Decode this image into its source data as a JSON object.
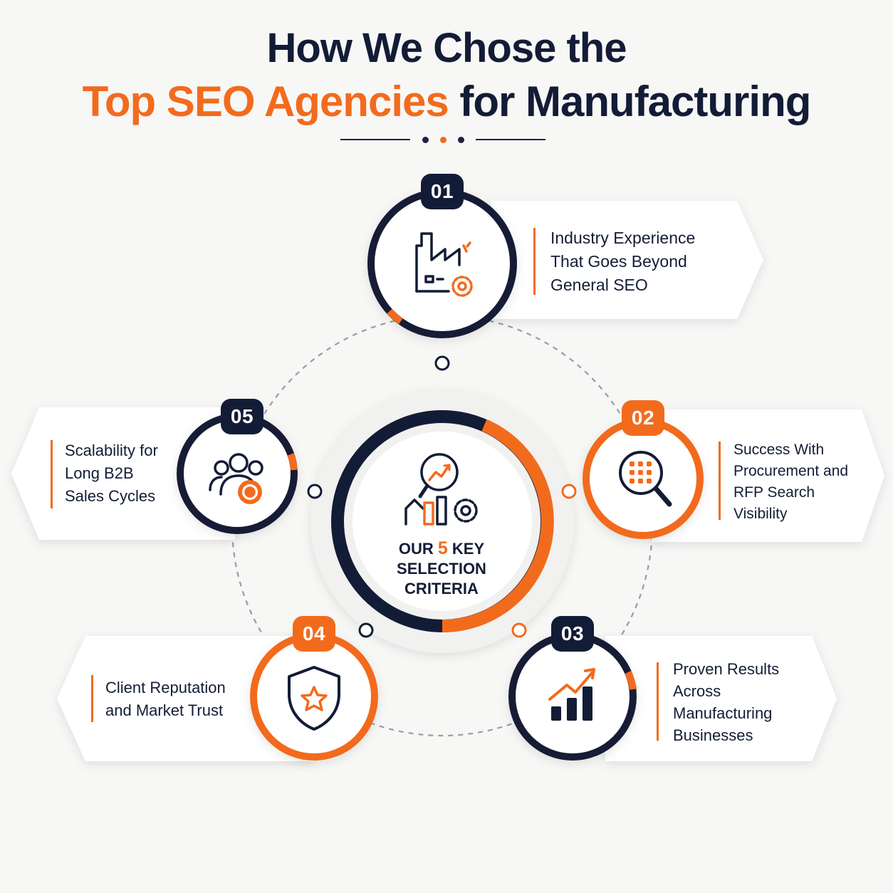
{
  "title": {
    "line1": "How We Chose the",
    "highlight": "Top SEO Agencies",
    "rest": " for Manufacturing"
  },
  "center": {
    "label_before": "OUR ",
    "label_number": "5",
    "label_after": " KEY",
    "line2": "SELECTION",
    "line3": "CRITERIA",
    "icon": "analytics-gear-icon"
  },
  "criteria": [
    {
      "badge": "01",
      "lines": [
        "Industry Experience",
        "That Goes Beyond",
        "General SEO"
      ],
      "icon": "factory-gear-icon"
    },
    {
      "badge": "02",
      "lines": [
        "Success With",
        "Procurement and",
        "RFP Search",
        "Visibility"
      ],
      "icon": "magnifier-grid-icon"
    },
    {
      "badge": "03",
      "lines": [
        "Proven Results",
        "Across",
        "Manufacturing",
        "Businesses"
      ],
      "icon": "growth-chart-icon"
    },
    {
      "badge": "04",
      "lines": [
        "Client Reputation",
        "and Market Trust"
      ],
      "icon": "shield-star-icon"
    },
    {
      "badge": "05",
      "lines": [
        "Scalability for",
        "Long B2B",
        "Sales Cycles"
      ],
      "icon": "team-gear-icon"
    }
  ],
  "colors": {
    "orange": "#f26b1d",
    "navy": "#131c36",
    "background": "#f7f7f6"
  }
}
